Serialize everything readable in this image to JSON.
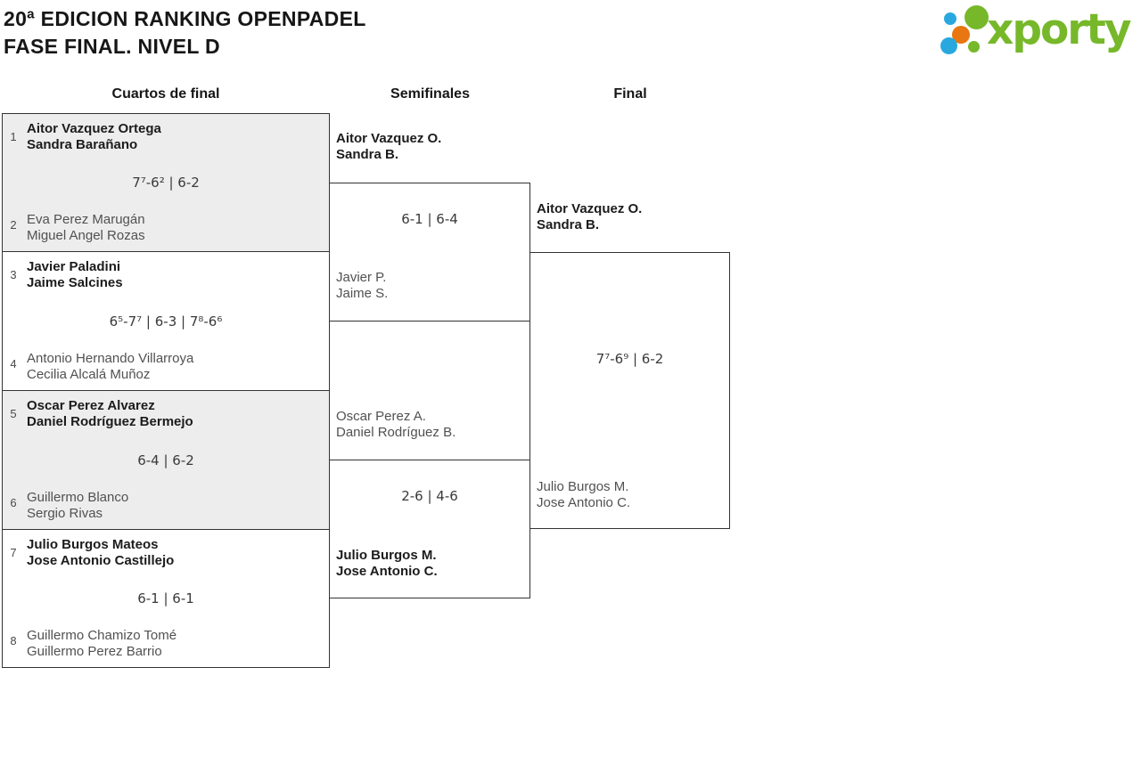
{
  "title": {
    "line1": "20ª EDICION RANKING OPENPADEL",
    "line2": "FASE FINAL. NIVEL D"
  },
  "logo": {
    "text": "xporty",
    "green": "#76b82a",
    "blue": "#29a8e0",
    "orange": "#e87611"
  },
  "round_headers": {
    "quarterfinals": "Cuartos de final",
    "semifinals": "Semifinales",
    "final": "Final"
  },
  "quarterfinals": [
    {
      "seed_top": "1",
      "top_line1": "Aitor Vazquez Ortega",
      "top_line2": "Sandra Barañano",
      "top_winner": true,
      "score": "7⁷-6² | 6-2",
      "seed_bottom": "2",
      "bottom_line1": "Eva Perez Marugán",
      "bottom_line2": "Miguel Angel Rozas",
      "bottom_winner": false
    },
    {
      "seed_top": "3",
      "top_line1": "Javier Paladini",
      "top_line2": "Jaime Salcines",
      "top_winner": true,
      "score": "6⁵-7⁷ | 6-3 | 7⁸-6⁶",
      "seed_bottom": "4",
      "bottom_line1": "Antonio Hernando Villarroya",
      "bottom_line2": "Cecilia Alcalá Muñoz",
      "bottom_winner": false
    },
    {
      "seed_top": "5",
      "top_line1": "Oscar Perez Alvarez",
      "top_line2": "Daniel Rodríguez Bermejo",
      "top_winner": true,
      "score": "6-4 | 6-2",
      "seed_bottom": "6",
      "bottom_line1": "Guillermo Blanco",
      "bottom_line2": "Sergio Rivas",
      "bottom_winner": false
    },
    {
      "seed_top": "7",
      "top_line1": "Julio Burgos Mateos",
      "top_line2": "Jose Antonio Castillejo",
      "top_winner": true,
      "score": "6-1 | 6-1",
      "seed_bottom": "8",
      "bottom_line1": "Guillermo Chamizo Tomé",
      "bottom_line2": "Guillermo Perez Barrio",
      "bottom_winner": false
    }
  ],
  "semifinals": [
    {
      "top_line1": "Aitor Vazquez O.",
      "top_line2": "Sandra B.",
      "top_winner": true,
      "score": "6-1 | 6-4",
      "bottom_line1": "Javier P.",
      "bottom_line2": "Jaime S.",
      "bottom_winner": false
    },
    {
      "top_line1": "Oscar Perez A.",
      "top_line2": "Daniel Rodríguez B.",
      "top_winner": false,
      "score": "2-6 | 4-6",
      "bottom_line1": "Julio Burgos M.",
      "bottom_line2": "Jose Antonio C.",
      "bottom_winner": true
    }
  ],
  "final": {
    "top_line1": "Aitor Vazquez O.",
    "top_line2": "Sandra B.",
    "top_winner": true,
    "score": "7⁷-6⁹ | 6-2",
    "bottom_line1": "Julio Burgos M.",
    "bottom_line2": "Jose Antonio C.",
    "bottom_winner": false
  },
  "colors": {
    "border": "#333333",
    "match_alt_bg": "#ededed",
    "winner_text": "#1c1c1c",
    "loser_text": "#515151",
    "score_text": "#3a3a3a"
  }
}
